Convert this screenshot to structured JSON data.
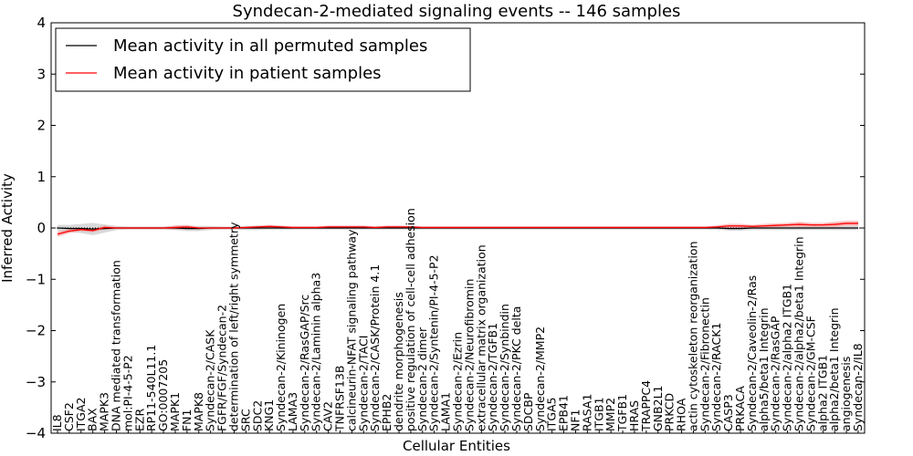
{
  "chart_data": {
    "type": "line",
    "title": "Syndecan-2-mediated signaling events -- 146 samples",
    "xlabel": "Cellular Entities",
    "ylabel": "Inferred Activity",
    "ylim": [
      -4,
      4
    ],
    "yticks": [
      -4,
      -3,
      -2,
      -1,
      0,
      1,
      2,
      3,
      4
    ],
    "grid": false,
    "legend_position": "top-left",
    "categories": [
      "IL8",
      "CSF2",
      "ITGA2",
      "BAX",
      "MAPK3",
      "DNA mediated transformation",
      "mol:PI-4-5-P2",
      "EZR",
      "RP11-540L11.1",
      "GO:0007205",
      "MAPK1",
      "FN1",
      "MAPK8",
      "Syndecan-2/CASK",
      "FGFR/FGF/Syndecan-2",
      "determination of left/right symmetry",
      "SRC",
      "SDC2",
      "KNG1",
      "Syndecan-2/Kininogen",
      "LAMA3",
      "Syndecan-2/RasGAP/Src",
      "Syndecan-2/Laminin alpha3",
      "CAV2",
      "TNFRSF13B",
      "calcineurin-NFAT signaling pathway",
      "Syndecan-2/TACI",
      "Syndecan-2/CASK/Protein 4.1",
      "EPHB2",
      "dendrite morphogenesis",
      "positive regulation of cell-cell adhesion",
      "Syndecan-2 dimer",
      "Syndecan-2/Syntenin/PI-4-5-P2",
      "LAMA1",
      "Syndecan-2/Ezrin",
      "Syndecan-2/Neurofibromin",
      "extracellular matrix organization",
      "Syndecan-2/TGFB1",
      "Syndecan-2/Synbindin",
      "Syndecan-2/PKC delta",
      "SDCBP",
      "Syndecan-2/MMP2",
      "ITGA5",
      "EPB41",
      "NF1",
      "RASA1",
      "ITGB1",
      "MMP2",
      "TGFB1",
      "HRAS",
      "TRAPPC4",
      "GNB2L1",
      "PRKCD",
      "RHOA",
      "actin cytoskeleton reorganization",
      "Syndecan-2/Fibronectin",
      "Syndecan-2/RACK1",
      "CASP3",
      "PRKACA",
      "Syndecan-2/Caveolin-2/Ras",
      "alpha5/beta1 Integrin",
      "Syndecan-2/RasGAP",
      "Syndecan-2/alpha2 ITGB1",
      "Syndecan-2/alpha2/beta1 Integrin",
      "Syndecan-2/GM-CSF",
      "alpha2 ITGB1",
      "alpha2/beta1 Integrin",
      "angiogenesis",
      "Syndecan-2/IL8"
    ],
    "series": [
      {
        "name": "Mean activity in all permuted samples",
        "color": "#000000",
        "band_color": "#c0c0c0",
        "values": [
          0.0,
          -0.01,
          -0.01,
          -0.02,
          -0.01,
          0.0,
          0.0,
          0.0,
          0.0,
          0.0,
          0.0,
          -0.01,
          -0.01,
          0.0,
          0.0,
          0.0,
          0.0,
          0.0,
          0.0,
          0.0,
          0.0,
          0.0,
          0.0,
          0.0,
          0.0,
          0.0,
          0.0,
          0.0,
          0.0,
          0.0,
          0.0,
          0.0,
          0.0,
          0.0,
          0.0,
          0.0,
          0.0,
          0.0,
          0.0,
          0.0,
          0.0,
          0.0,
          0.0,
          0.0,
          0.0,
          0.0,
          0.0,
          0.0,
          0.0,
          0.0,
          0.0,
          0.0,
          0.0,
          0.0,
          0.0,
          0.0,
          0.0,
          -0.01,
          -0.01,
          0.0,
          0.0,
          0.0,
          0.0,
          0.0,
          0.0,
          0.0,
          0.0,
          0.0,
          0.0
        ],
        "band": [
          0.06,
          0.07,
          0.09,
          0.12,
          0.08,
          0.04,
          0.03,
          0.03,
          0.03,
          0.03,
          0.04,
          0.05,
          0.05,
          0.04,
          0.03,
          0.03,
          0.04,
          0.04,
          0.03,
          0.03,
          0.03,
          0.03,
          0.03,
          0.03,
          0.03,
          0.03,
          0.03,
          0.03,
          0.03,
          0.03,
          0.03,
          0.03,
          0.03,
          0.03,
          0.03,
          0.03,
          0.03,
          0.03,
          0.03,
          0.03,
          0.03,
          0.03,
          0.03,
          0.03,
          0.03,
          0.03,
          0.03,
          0.03,
          0.03,
          0.03,
          0.03,
          0.03,
          0.03,
          0.03,
          0.03,
          0.03,
          0.03,
          0.04,
          0.04,
          0.04,
          0.04,
          0.04,
          0.04,
          0.04,
          0.04,
          0.04,
          0.04,
          0.04,
          0.04
        ]
      },
      {
        "name": "Mean activity in patient samples",
        "color": "#ff0000",
        "band_color": "#f28b8b",
        "values": [
          -0.12,
          -0.06,
          -0.03,
          -0.05,
          0.01,
          0.0,
          0.0,
          0.0,
          0.0,
          0.0,
          0.01,
          0.02,
          0.0,
          0.0,
          0.0,
          0.0,
          0.01,
          0.02,
          0.03,
          0.02,
          0.01,
          0.01,
          0.01,
          0.02,
          0.02,
          0.02,
          0.02,
          0.01,
          0.02,
          0.02,
          0.02,
          0.01,
          0.01,
          0.01,
          0.01,
          0.01,
          0.01,
          0.01,
          0.01,
          0.01,
          0.01,
          0.01,
          0.01,
          0.01,
          0.01,
          0.01,
          0.01,
          0.01,
          0.01,
          0.01,
          0.01,
          0.01,
          0.01,
          0.01,
          0.01,
          0.01,
          0.02,
          0.04,
          0.04,
          0.03,
          0.04,
          0.05,
          0.06,
          0.07,
          0.06,
          0.06,
          0.07,
          0.09,
          0.09
        ],
        "band": [
          0.05,
          0.04,
          0.03,
          0.03,
          0.04,
          0.02,
          0.02,
          0.02,
          0.02,
          0.02,
          0.04,
          0.04,
          0.02,
          0.02,
          0.02,
          0.02,
          0.02,
          0.03,
          0.03,
          0.03,
          0.02,
          0.02,
          0.02,
          0.03,
          0.03,
          0.03,
          0.03,
          0.02,
          0.03,
          0.03,
          0.02,
          0.02,
          0.02,
          0.02,
          0.02,
          0.02,
          0.02,
          0.02,
          0.02,
          0.02,
          0.02,
          0.02,
          0.02,
          0.02,
          0.02,
          0.02,
          0.02,
          0.02,
          0.02,
          0.02,
          0.02,
          0.02,
          0.02,
          0.02,
          0.02,
          0.02,
          0.03,
          0.04,
          0.04,
          0.03,
          0.04,
          0.04,
          0.04,
          0.05,
          0.04,
          0.04,
          0.05,
          0.05,
          0.05
        ]
      }
    ]
  }
}
